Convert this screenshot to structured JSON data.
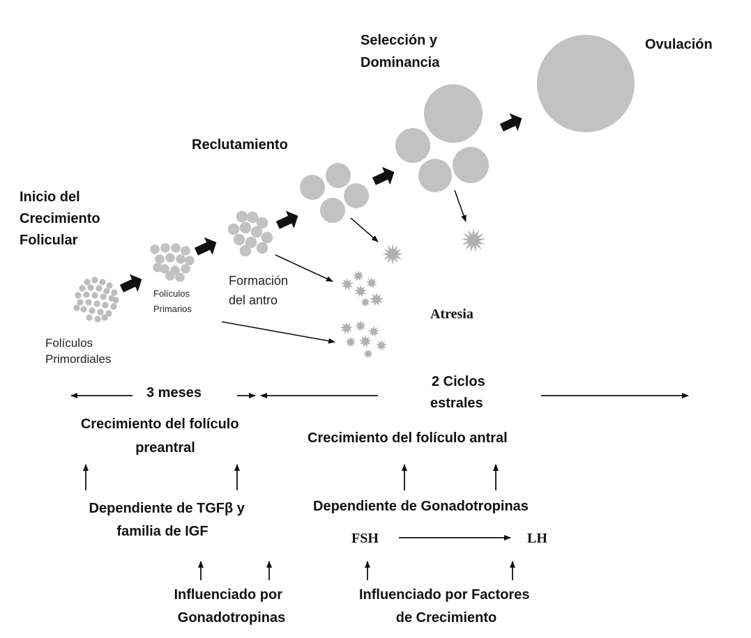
{
  "stages": {
    "inicio": [
      "Inicio del",
      "Crecimiento",
      "Folicular"
    ],
    "reclutamiento": "Reclutamiento",
    "seleccion": [
      "Selección y",
      "Dominancia"
    ],
    "ovulacion": "Ovulación",
    "atresia": "Atresia"
  },
  "follicles": {
    "primordiales": [
      "Folículos",
      "Primordiales"
    ],
    "primarios": [
      "Folículos",
      "Primarios"
    ],
    "antro": [
      "Formación",
      "del antro"
    ]
  },
  "timeline": {
    "preantral_duration": "3 meses",
    "antral_duration": [
      "2 Ciclos",
      "estrales"
    ]
  },
  "growth": {
    "preantral": [
      "Crecimiento del folículo",
      "preantral"
    ],
    "antral": "Crecimiento del folículo antral"
  },
  "dependence": {
    "preantral": [
      "Dependiente de TGFβ y",
      "familia de IGF"
    ],
    "antral": "Dependiente de Gonadotropinas",
    "fsh": "FSH",
    "lh": "LH"
  },
  "influence": {
    "preantral": [
      "Influenciado por",
      "Gonadotropinas"
    ],
    "antral": [
      "Influenciado por Factores",
      "de Crecimiento"
    ]
  },
  "colors": {
    "follicle": "#c2c2c2",
    "follicle_small": "#bdbdbd",
    "atresia": "#b0b0b0",
    "arrow": "#111111"
  }
}
